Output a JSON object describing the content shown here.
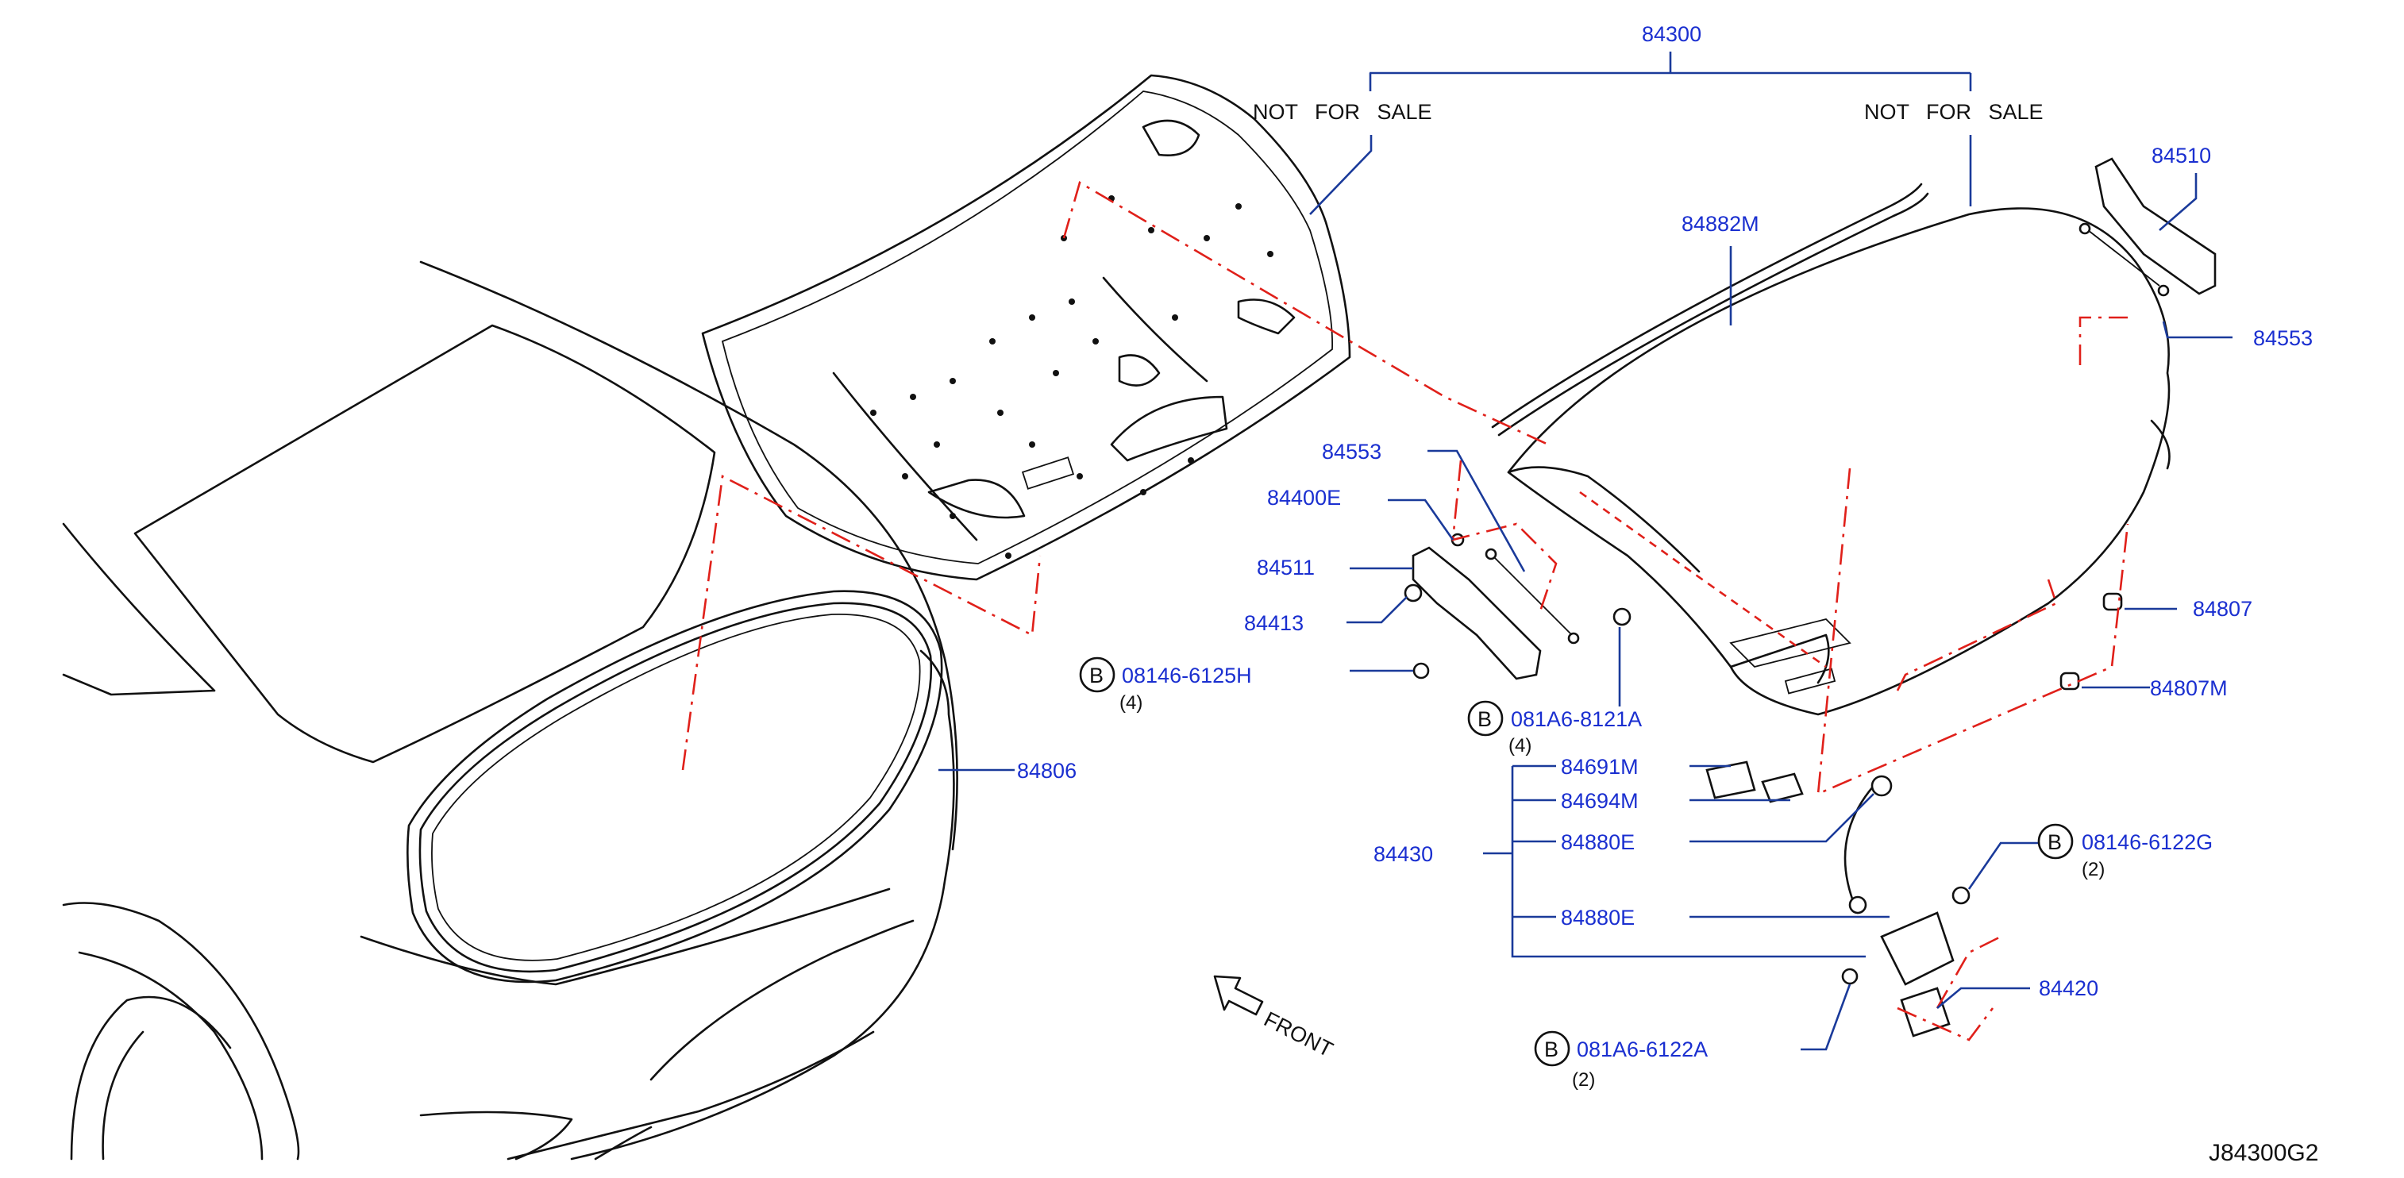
{
  "diagram_code": "J84300G2",
  "front_label": "FRONT",
  "bolt_symbol": "B",
  "assembly": {
    "part": "84300",
    "note": "NOT FOR SALE"
  },
  "parts": {
    "p84510": "84510",
    "p84553_right": "84553",
    "p84882M": "84882M",
    "p84553_left": "84553",
    "p84400E": "84400E",
    "p84511": "84511",
    "p84413": "84413",
    "p84806": "84806",
    "p84807": "84807",
    "p84807M": "84807M",
    "p84691M": "84691M",
    "p84694M": "84694M",
    "p84880E_1": "84880E",
    "p84880E_2": "84880E",
    "p84430": "84430",
    "p84420": "84420"
  },
  "bolts": [
    {
      "part": "08146-6125H",
      "qty": "(4)"
    },
    {
      "part": "081A6-8121A",
      "qty": "(4)"
    },
    {
      "part": "08146-6122G",
      "qty": "(2)"
    },
    {
      "part": "081A6-6122A",
      "qty": "(2)"
    }
  ]
}
